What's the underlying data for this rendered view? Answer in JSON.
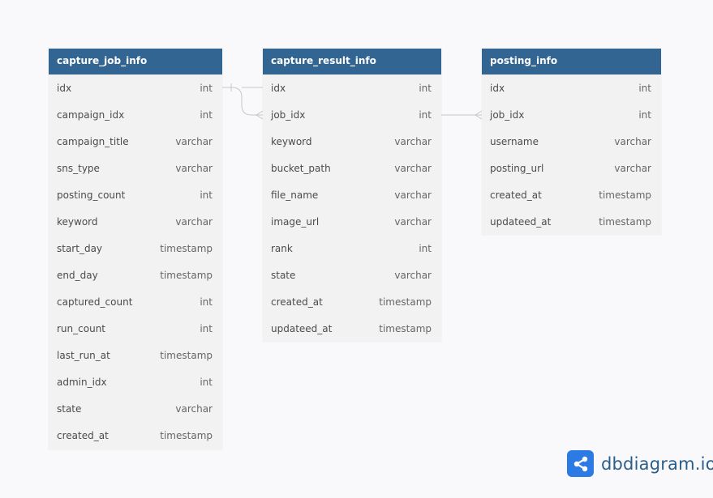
{
  "tables": [
    {
      "id": "capture_job_info",
      "name": "capture_job_info",
      "columns": [
        {
          "name": "idx",
          "type": "int"
        },
        {
          "name": "campaign_idx",
          "type": "int"
        },
        {
          "name": "campaign_title",
          "type": "varchar"
        },
        {
          "name": "sns_type",
          "type": "varchar"
        },
        {
          "name": "posting_count",
          "type": "int"
        },
        {
          "name": "keyword",
          "type": "varchar"
        },
        {
          "name": "start_day",
          "type": "timestamp"
        },
        {
          "name": "end_day",
          "type": "timestamp"
        },
        {
          "name": "captured_count",
          "type": "int"
        },
        {
          "name": "run_count",
          "type": "int"
        },
        {
          "name": "last_run_at",
          "type": "timestamp"
        },
        {
          "name": "admin_idx",
          "type": "int"
        },
        {
          "name": "state",
          "type": "varchar"
        },
        {
          "name": "created_at",
          "type": "timestamp"
        }
      ]
    },
    {
      "id": "capture_result_info",
      "name": "capture_result_info",
      "columns": [
        {
          "name": "idx",
          "type": "int"
        },
        {
          "name": "job_idx",
          "type": "int"
        },
        {
          "name": "keyword",
          "type": "varchar"
        },
        {
          "name": "bucket_path",
          "type": "varchar"
        },
        {
          "name": "file_name",
          "type": "varchar"
        },
        {
          "name": "image_url",
          "type": "varchar"
        },
        {
          "name": "rank",
          "type": "int"
        },
        {
          "name": "state",
          "type": "varchar"
        },
        {
          "name": "created_at",
          "type": "timestamp"
        },
        {
          "name": "updateed_at",
          "type": "timestamp"
        }
      ]
    },
    {
      "id": "posting_info",
      "name": "posting_info",
      "columns": [
        {
          "name": "idx",
          "type": "int"
        },
        {
          "name": "job_idx",
          "type": "int"
        },
        {
          "name": "username",
          "type": "varchar"
        },
        {
          "name": "posting_url",
          "type": "varchar"
        },
        {
          "name": "created_at",
          "type": "timestamp"
        },
        {
          "name": "updateed_at",
          "type": "timestamp"
        }
      ]
    }
  ],
  "relations": [
    {
      "from": "capture_job_info.idx",
      "from_cardinality": "one",
      "to": "capture_result_info.job_idx",
      "to_cardinality": "many"
    },
    {
      "from": "capture_result_info.job_idx",
      "from_cardinality": "one",
      "to": "posting_info.job_idx",
      "to_cardinality": "many"
    }
  ],
  "branding": {
    "logo_text": "dbdiagram.io",
    "logo_icon": "share-nodes-icon",
    "accent_color": "#2c7be5",
    "header_color": "#336593"
  }
}
